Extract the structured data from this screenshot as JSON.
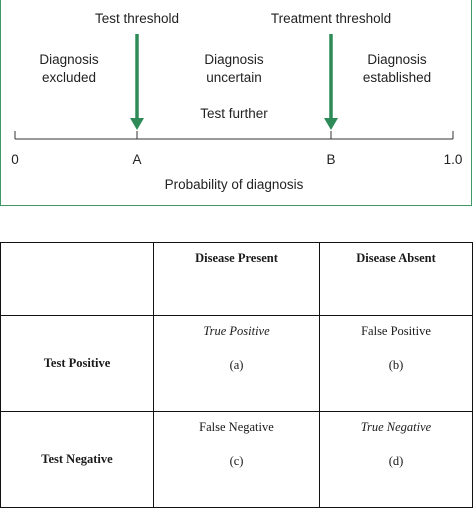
{
  "diagram": {
    "top_labels": {
      "test_threshold": "Test threshold",
      "treatment_threshold": "Treatment threshold"
    },
    "regions": {
      "excluded": [
        "Diagnosis",
        "excluded"
      ],
      "uncertain": [
        "Diagnosis",
        "uncertain"
      ],
      "established": [
        "Diagnosis",
        "established"
      ]
    },
    "test_further": "Test further",
    "axis": {
      "tick_labels": [
        "0",
        "A",
        "B",
        "1.0"
      ],
      "label": "Probability of diagnosis"
    },
    "colors": {
      "arrow": "#2e8b57",
      "frame": "#3f9a68"
    }
  },
  "table": {
    "col_headers": [
      "",
      "Disease Present",
      "Disease Absent"
    ],
    "rows": [
      {
        "header": "Test Positive",
        "cells": [
          {
            "name": "True Positive",
            "letter": "(a)",
            "italic": true
          },
          {
            "name": "False Positive",
            "letter": "(b)",
            "italic": false
          }
        ]
      },
      {
        "header": "Test Negative",
        "cells": [
          {
            "name": "False Negative",
            "letter": "(c)",
            "italic": false
          },
          {
            "name": "True Negative",
            "letter": "(d)",
            "italic": true
          }
        ]
      }
    ]
  }
}
